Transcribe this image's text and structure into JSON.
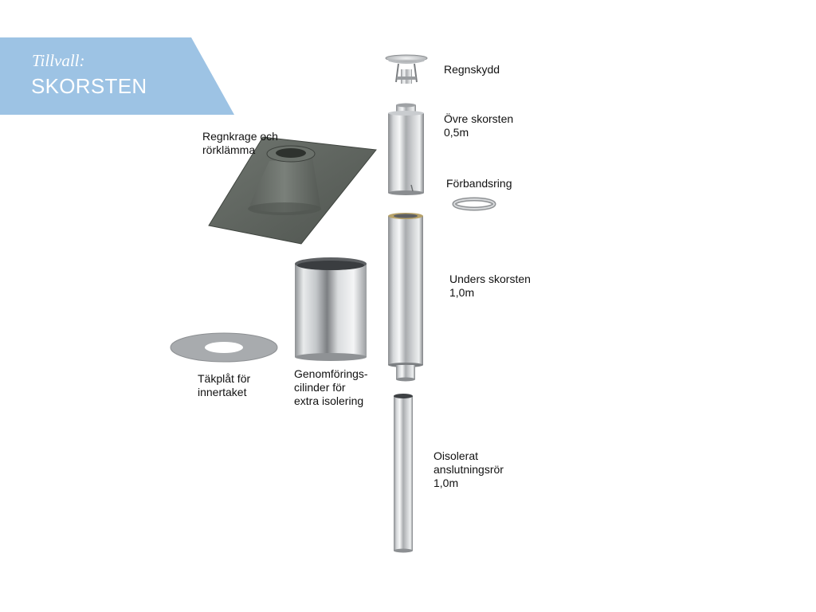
{
  "banner": {
    "subtitle": "Tillvall:",
    "title": "SKORSTEN",
    "color": "#9dc3e4"
  },
  "labels": {
    "regnskydd": "Regnskydd",
    "ovre_skorsten": "Övre skorsten\n0,5m",
    "forbandsring": "Förbandsring",
    "unders_skorsten": "Unders skorsten\n1,0m",
    "regnkrage": "Regnkrage och\nrörklämma",
    "takplat": "Täkplåt för\ninnertaket",
    "genomforing": "Genomförings-\ncilinder för\nextra isolering",
    "oisolerat": "Oisolerat\nanslutningsrör\n1,0m"
  },
  "components": [
    {
      "icon": "rain-cap-icon"
    },
    {
      "icon": "upper-chimney-icon"
    },
    {
      "icon": "connection-ring-icon"
    },
    {
      "icon": "lower-chimney-icon"
    },
    {
      "icon": "roof-flashing-icon"
    },
    {
      "icon": "ceiling-plate-icon"
    },
    {
      "icon": "insulation-cylinder-icon"
    },
    {
      "icon": "connection-pipe-icon"
    }
  ]
}
